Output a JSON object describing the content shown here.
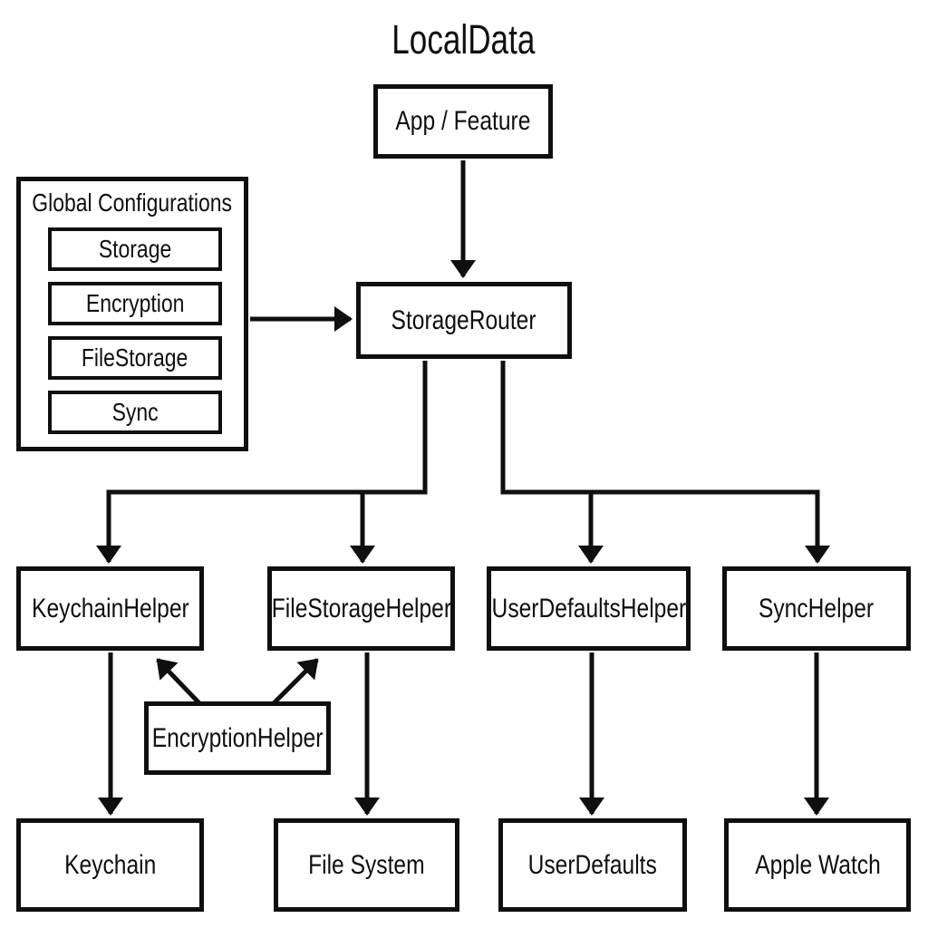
{
  "title": "LocalData",
  "colors": {
    "stroke": "#0f0f0f",
    "background": "#ffffff",
    "text": "#0f0f0f"
  },
  "nodes": {
    "app_feature": {
      "label": "App / Feature"
    },
    "storage_router": {
      "label": "StorageRouter"
    },
    "global_config": {
      "label": "Global Configurations",
      "items": [
        {
          "label": "Storage"
        },
        {
          "label": "Encryption"
        },
        {
          "label": "FileStorage"
        },
        {
          "label": "Sync"
        }
      ]
    },
    "keychain_helper": {
      "label": "KeychainHelper"
    },
    "file_storage_helper": {
      "label": "FileStorageHelper"
    },
    "user_defaults_helper": {
      "label": "UserDefaultsHelper"
    },
    "sync_helper": {
      "label": "SyncHelper"
    },
    "encryption_helper": {
      "label": "EncryptionHelper"
    },
    "keychain": {
      "label": "Keychain"
    },
    "file_system": {
      "label": "File System"
    },
    "user_defaults": {
      "label": "UserDefaults"
    },
    "apple_watch": {
      "label": "Apple Watch"
    }
  },
  "edges": [
    {
      "from": "App / Feature",
      "to": "StorageRouter"
    },
    {
      "from": "Global Configurations",
      "to": "StorageRouter"
    },
    {
      "from": "StorageRouter",
      "to": "KeychainHelper"
    },
    {
      "from": "StorageRouter",
      "to": "FileStorageHelper"
    },
    {
      "from": "StorageRouter",
      "to": "UserDefaultsHelper"
    },
    {
      "from": "StorageRouter",
      "to": "SyncHelper"
    },
    {
      "from": "EncryptionHelper",
      "to": "KeychainHelper"
    },
    {
      "from": "EncryptionHelper",
      "to": "FileStorageHelper"
    },
    {
      "from": "KeychainHelper",
      "to": "Keychain"
    },
    {
      "from": "FileStorageHelper",
      "to": "File System"
    },
    {
      "from": "UserDefaultsHelper",
      "to": "UserDefaults"
    },
    {
      "from": "SyncHelper",
      "to": "Apple Watch"
    }
  ]
}
